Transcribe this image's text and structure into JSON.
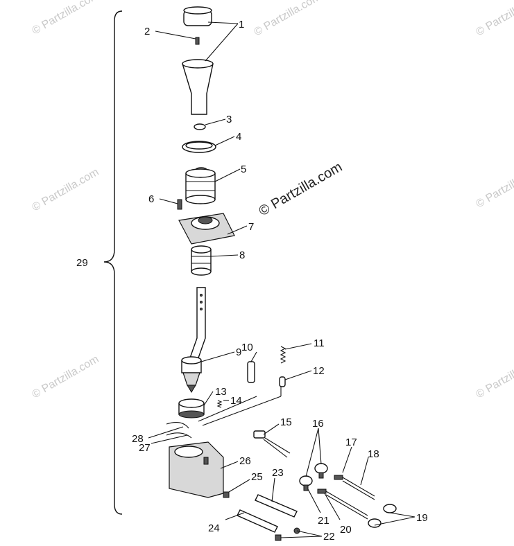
{
  "watermarks": {
    "small": "© Partzilla.com",
    "center": "© Partzilla.com"
  },
  "callouts": [
    "1",
    "2",
    "3",
    "4",
    "5",
    "6",
    "7",
    "8",
    "9",
    "10",
    "11",
    "12",
    "13",
    "14",
    "15",
    "16",
    "17",
    "18",
    "19",
    "20",
    "21",
    "22",
    "23",
    "24",
    "25",
    "26",
    "27",
    "28",
    "29"
  ]
}
